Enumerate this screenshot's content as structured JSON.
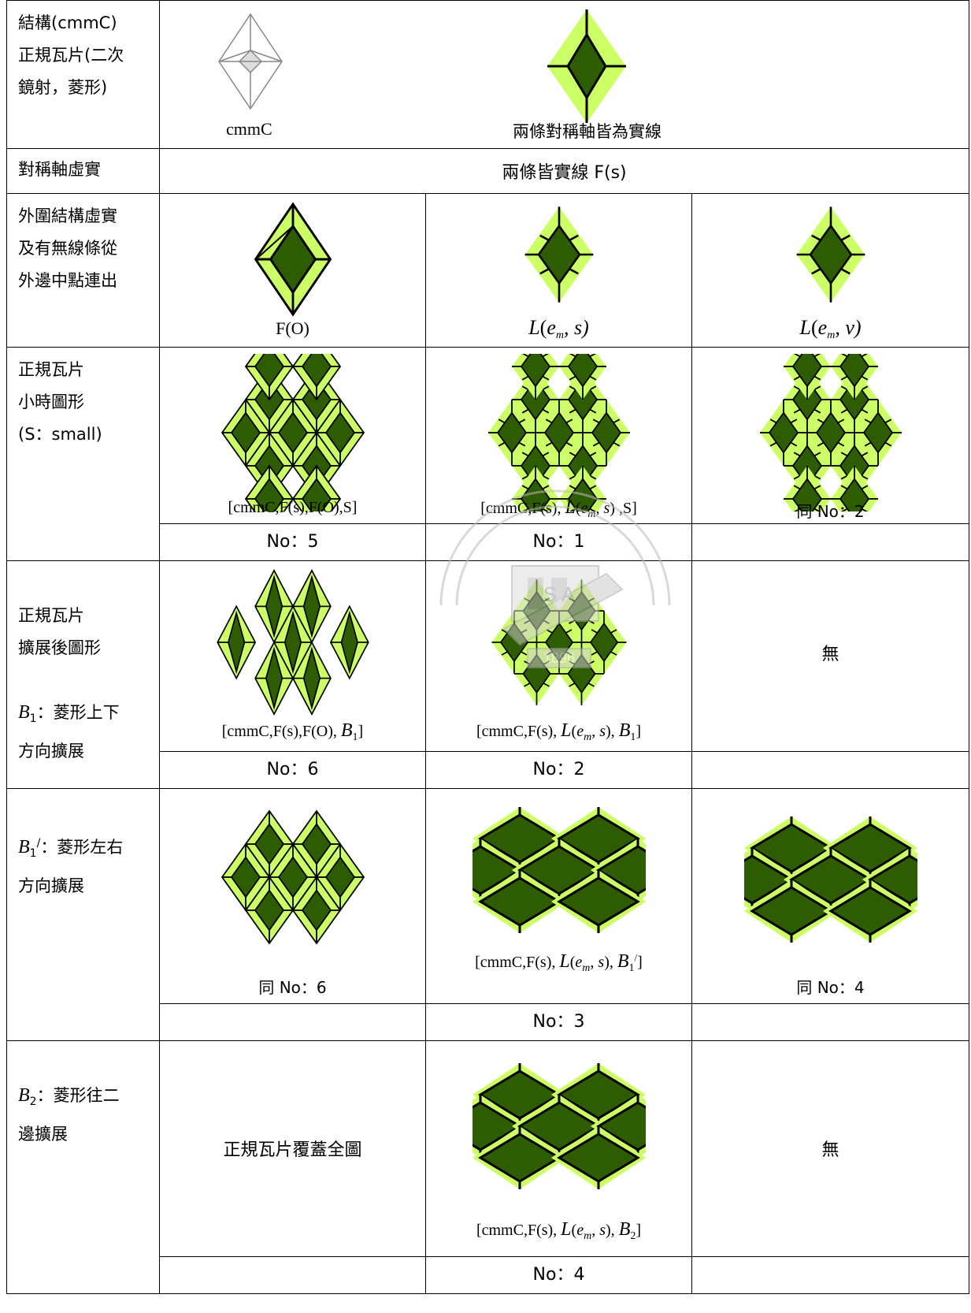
{
  "row_structure": {
    "label": "結構(cmmC)\n正規瓦片(二次\n鏡射，菱形)",
    "caption_left": "cmmC",
    "caption_right": "兩條對稱軸皆為實線"
  },
  "row_axis": {
    "label": "對稱軸虛實",
    "value": "兩條皆實線 F(s)"
  },
  "row_outer": {
    "label": "外圍結構虛實\n及有無線條從\n外邊中點連出",
    "cap_1": "F(O)",
    "cap_2_L": "L",
    "cap_2_open": "(",
    "cap_2_e": "e",
    "cap_2_m": "m",
    "cap_2_rest": ", s)",
    "cap_3_L": "L",
    "cap_3_open": "(",
    "cap_3_e": "e",
    "cap_3_m": "m",
    "cap_3_rest": ", v)"
  },
  "row_small": {
    "label": "正規瓦片\n小時圖形\n(S：small)",
    "cap_1": "[cmmC,F(s),F(O),S]",
    "cap_2_pre": "[cmmC,F(s), ",
    "cap_2_post": " ,S]",
    "cap_3": "同 No：2",
    "no_1": "No：5",
    "no_2": "No：1",
    "no_3": ""
  },
  "row_b1": {
    "label": "正規瓦片\n擴展後圖形",
    "label_b": "B",
    "label_sub": "1",
    "label_tail": "：菱形上下\n方向擴展",
    "cap_1_pre": "[cmmC,F(s),F(O), ",
    "cap_1_post": "]",
    "cap_2_pre": "[cmmC,F(s), ",
    "cap_2_post": "]",
    "cap_3": "無",
    "no_1": "No：6",
    "no_2": "No：2",
    "no_3": ""
  },
  "row_b1p": {
    "label_b": "B",
    "label_sub": "1",
    "label_sup": "/",
    "label_tail": "：菱形左右\n方向擴展",
    "cap_1": "同 No：6",
    "cap_2_pre": "[cmmC,F(s), ",
    "cap_2_post": "]",
    "cap_3": "同 No：4",
    "no_1": "",
    "no_2": "No：3",
    "no_3": ""
  },
  "row_b2": {
    "label_b": "B",
    "label_sub": "2",
    "label_tail": "：菱形往二\n邊擴展",
    "cap_1": "正規瓦片覆蓋全圖",
    "cap_2_pre": "[cmmC,F(s), ",
    "cap_2_post": "]",
    "cap_3": "無",
    "no_1": "",
    "no_2": "No：4",
    "no_3": ""
  },
  "watermark": {
    "year": "1896",
    "letters": "S A"
  },
  "colors": {
    "light_green": "#ccff66",
    "dark_green": "#2e5c00",
    "line": "#000000"
  }
}
